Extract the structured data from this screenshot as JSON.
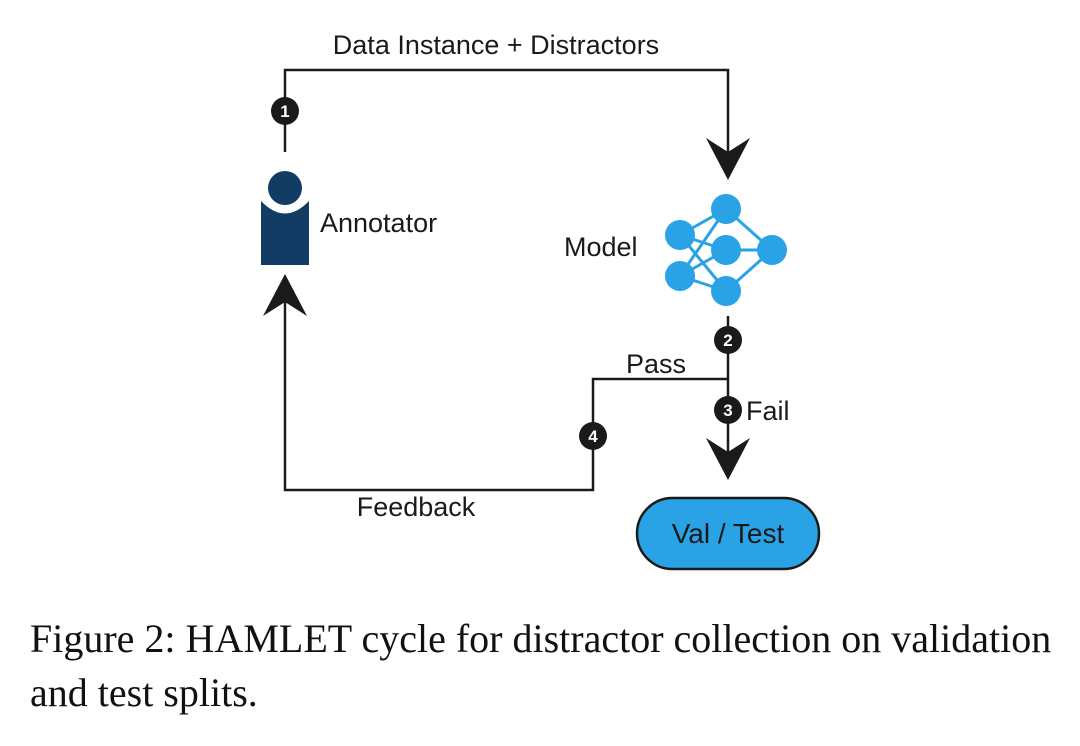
{
  "diagram": {
    "edge_top_label": "Data Instance + Distractors",
    "annotator_label": "Annotator",
    "model_label": "Model",
    "pass_label": "Pass",
    "fail_label": "Fail",
    "feedback_label": "Feedback",
    "val_test_label": "Val / Test",
    "steps": [
      "1",
      "2",
      "3",
      "4"
    ],
    "colors": {
      "annotator": "#123c64",
      "model_nodes": "#2aa2e6",
      "pill_fill": "#2aa2e6",
      "lines": "#1a1a1a"
    },
    "icons": [
      "person-icon",
      "neural-network-icon"
    ]
  },
  "caption": {
    "text": "Figure 2: HAMLET cycle for distractor collection on validation and test splits."
  }
}
